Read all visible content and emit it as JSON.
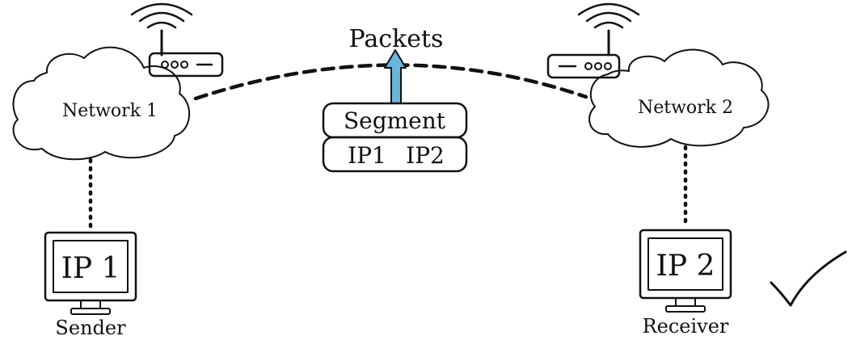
{
  "packets_label": "Packets",
  "network1": {
    "label": "Network 1"
  },
  "network2": {
    "label": "Network 2"
  },
  "packet_stack": {
    "segment_label": "Segment",
    "src_ip": "IP1",
    "dst_ip": "IP2"
  },
  "sender": {
    "screen_text": "IP 1",
    "caption": "Sender"
  },
  "receiver": {
    "screen_text": "IP 2",
    "caption": "Receiver"
  },
  "colors": {
    "ink": "#111111",
    "arrow_fill": "#67b6dd",
    "background": "#ffffff"
  },
  "icons": [
    "router-icon",
    "wifi-icon",
    "cloud-icon",
    "monitor-icon",
    "checkmark-icon",
    "up-arrow-icon"
  ]
}
